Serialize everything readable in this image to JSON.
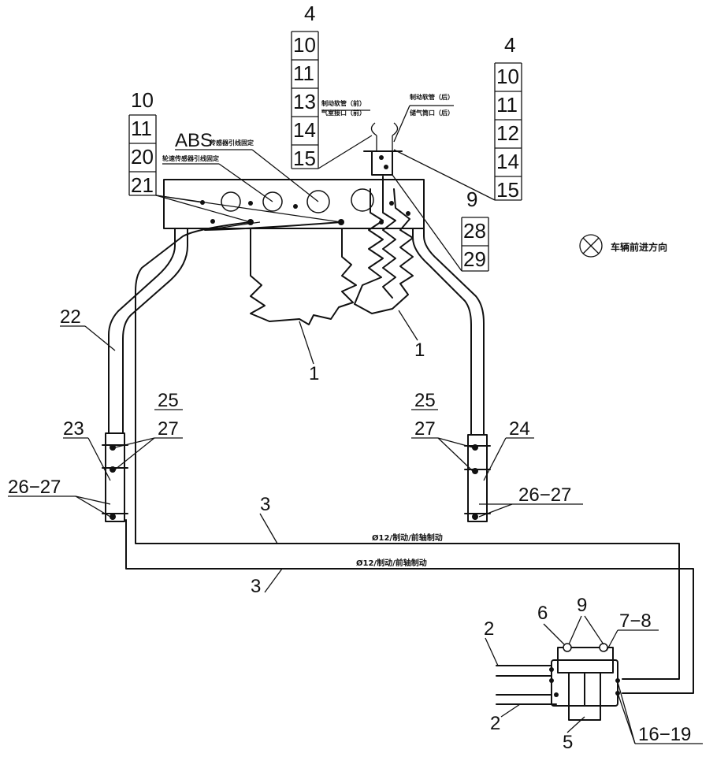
{
  "stacks": {
    "top_center": [
      "4",
      "10",
      "11",
      "13",
      "14",
      "15"
    ],
    "top_right": [
      "4",
      "10",
      "11",
      "12",
      "14",
      "15"
    ],
    "left": [
      "10",
      "11",
      "20",
      "21"
    ],
    "right_mid": [
      "9",
      "28",
      "29"
    ]
  },
  "notes": {
    "abs": "ABS",
    "abs_small": "传感器引线固定",
    "left_small": "轮速传感器引线固定",
    "center_small_1": "制动软管（前）",
    "center_small_2": "气室接口（前）",
    "right_small_1": "制动软管（后）",
    "right_small_2": "储气筒口（后）",
    "direction": "车辆前进方向",
    "pipe1": "Ø12/制动/前轴制动",
    "pipe2": "Ø12/制动/前轴制动"
  },
  "labels": {
    "l22": "22",
    "l23": "23",
    "l24": "24",
    "l25a": "25",
    "l25b": "25",
    "l27a": "27",
    "l27b": "27",
    "l2627a": "26−27",
    "l2627b": "26−27",
    "l1a": "1",
    "l1b": "1",
    "l3a": "3",
    "l3b": "3",
    "l2a": "2",
    "l2b": "2",
    "l5": "5",
    "l6": "6",
    "l9": "9",
    "l78": "7−8",
    "l1619": "16−19"
  }
}
